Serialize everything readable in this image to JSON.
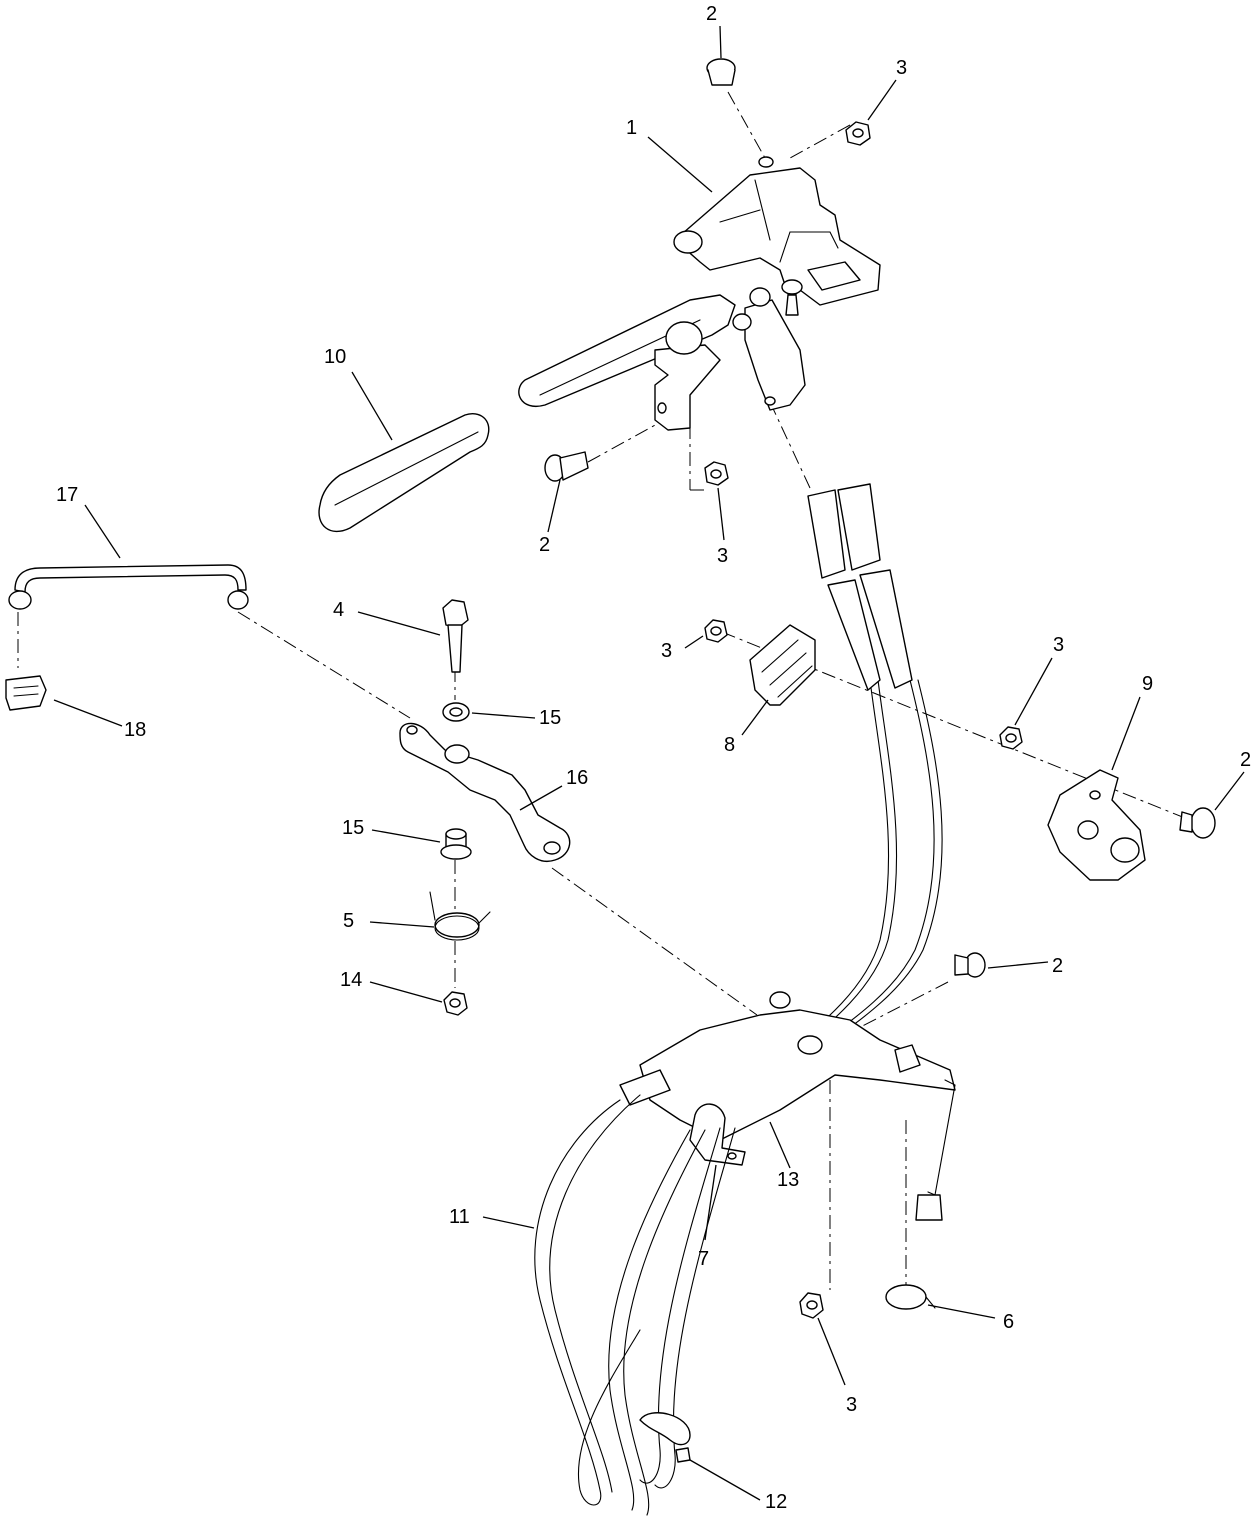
{
  "figure": {
    "callouts": [
      {
        "id": "c1",
        "label": "1"
      },
      {
        "id": "c2a",
        "label": "2"
      },
      {
        "id": "c3a",
        "label": "3"
      },
      {
        "id": "c10",
        "label": "10"
      },
      {
        "id": "c2b",
        "label": "2"
      },
      {
        "id": "c3b",
        "label": "3"
      },
      {
        "id": "c17",
        "label": "17"
      },
      {
        "id": "c4",
        "label": "4"
      },
      {
        "id": "c15a",
        "label": "15"
      },
      {
        "id": "c18",
        "label": "18"
      },
      {
        "id": "c16",
        "label": "16"
      },
      {
        "id": "c15b",
        "label": "15"
      },
      {
        "id": "c5",
        "label": "5"
      },
      {
        "id": "c14",
        "label": "14"
      },
      {
        "id": "c3c",
        "label": "3"
      },
      {
        "id": "c8",
        "label": "8"
      },
      {
        "id": "c3d",
        "label": "3"
      },
      {
        "id": "c9",
        "label": "9"
      },
      {
        "id": "c2c",
        "label": "2"
      },
      {
        "id": "c2d",
        "label": "2"
      },
      {
        "id": "c13",
        "label": "13"
      },
      {
        "id": "c11",
        "label": "11"
      },
      {
        "id": "c7",
        "label": "7"
      },
      {
        "id": "c6",
        "label": "6"
      },
      {
        "id": "c3e",
        "label": "3"
      },
      {
        "id": "c12",
        "label": "12"
      }
    ]
  }
}
